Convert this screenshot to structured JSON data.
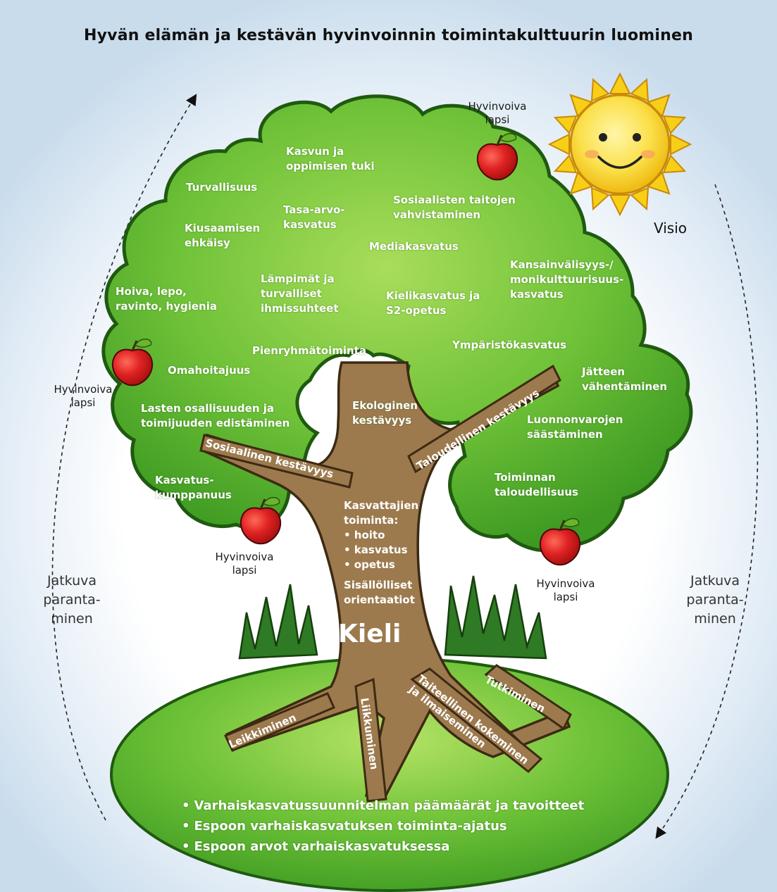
{
  "title": "Hyvän elämän ja kestävän hyvinvoinnin toimintakulttuurin luominen",
  "visio": "Visio",
  "jatkuva_left": "Jatkuva\nparanta-\nminen",
  "jatkuva_right": "Jatkuva\nparanta-\nminen",
  "apples": {
    "top": "Hyvinvoiva\nlapsi",
    "left": "Hyvinvoiva\nlapsi",
    "bottom_left": "Hyvinvoiva\nlapsi",
    "bottom_right": "Hyvinvoiva\nlapsi"
  },
  "crown": {
    "kasvun": "Kasvun ja\noppimisen tuki",
    "turvallisuus": "Turvallisuus",
    "tasa_arvo": "Tasa-arvo-\nkasvatus",
    "sosiaalisten": "Sosiaalisten taitojen\nvahvistaminen",
    "kiusaamisen": "Kiusaamisen\nehkäisy",
    "mediakasvatus": "Mediakasvatus",
    "kansainvalisyys": "Kansainvälisyys-/\nmonikulttuurisuus-\nkasvatus",
    "hoiva": "Hoiva, lepo,\nravinto, hygienia",
    "lampimat": "Lämpimät ja\nturvalliset\nihmissuhteet",
    "kielikasvatus": "Kielikasvatus ja\nS2-opetus",
    "pienryhma": "Pienryhmätoiminta",
    "ymparisto": "Ympäristökasvatus",
    "omahoitajuus": "Omahoitajuus",
    "jatteen": "Jätteen\nvähentäminen",
    "lasten": "Lasten osallisuuden ja\ntoimijuuden edistäminen",
    "ekologinen": "Ekologinen\nkestävyys",
    "luonnonvarojen": "Luonnonvarojen\nsäästäminen",
    "toiminnan": "Toiminnan\ntaloudellisuus",
    "kasvatuskumppanuus": "Kasvatus-\nkumppanuus"
  },
  "branches": {
    "sosiaalinen": "Sosiaalinen kestävyys",
    "taloudellinen": "Taloudellinen kestävyys"
  },
  "trunk": {
    "heading": "Kasvattajien\ntoiminta:",
    "items": [
      "• hoito",
      "• kasvatus",
      "• opetus"
    ],
    "sisallolliset": "Sisällölliset\norientaatiot",
    "kieli": "Kieli"
  },
  "roots": {
    "leikkiminen": "Leikkiminen",
    "liikkuminen": "Liikkuminen",
    "taiteellinen": "Taiteellinen kokeminen\nja ilmaiseminen",
    "tutkiminen": "Tutkiminen"
  },
  "bullets": [
    "Varhaiskasvatussuunnitelman päämäärät ja tavoitteet",
    "Espoon varhaiskasvatuksen toiminta-ajatus",
    "Espoon arvot varhaiskasvatuksessa"
  ],
  "colors": {
    "crown": "#5cb52e",
    "crown_light": "#a8dc5a",
    "trunk": "#9c7a4e",
    "apple": "#d81f1f",
    "sun": "#f8d21c",
    "grass": "#2f7a24"
  }
}
